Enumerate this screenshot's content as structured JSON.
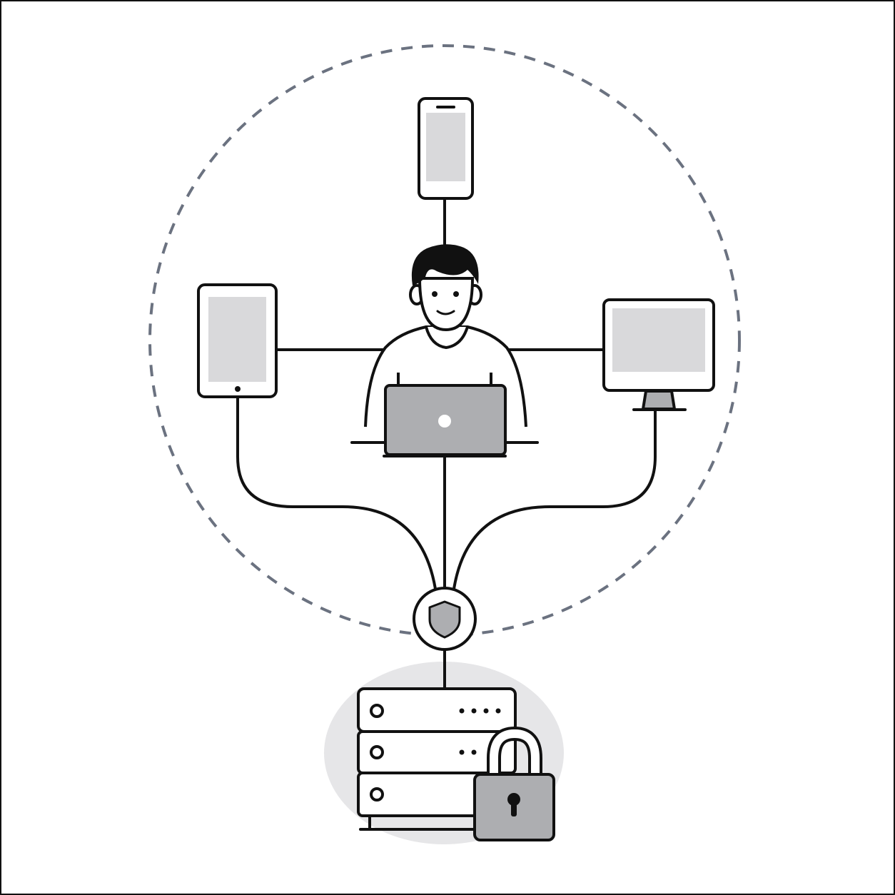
{
  "diagram": {
    "kind": "secure multi-device access illustration",
    "nodes": [
      {
        "id": "smartphone",
        "icon": "smartphone-icon"
      },
      {
        "id": "tablet",
        "icon": "tablet-icon"
      },
      {
        "id": "user",
        "icon": "user-with-laptop-icon"
      },
      {
        "id": "desktop",
        "icon": "desktop-monitor-icon"
      },
      {
        "id": "security-gateway",
        "icon": "shield-icon"
      },
      {
        "id": "server",
        "icon": "server-rack-icon"
      },
      {
        "id": "padlock",
        "icon": "padlock-icon"
      }
    ],
    "edges": [
      {
        "from": "smartphone",
        "to": "user"
      },
      {
        "from": "tablet",
        "to": "user"
      },
      {
        "from": "desktop",
        "to": "user"
      },
      {
        "from": "tablet",
        "to": "security-gateway"
      },
      {
        "from": "user",
        "to": "security-gateway"
      },
      {
        "from": "desktop",
        "to": "security-gateway"
      },
      {
        "from": "security-gateway",
        "to": "server"
      }
    ],
    "boundary": {
      "style": "dashed-circle",
      "encloses": [
        "smartphone",
        "tablet",
        "user",
        "desktop"
      ]
    }
  },
  "colors": {
    "outline": "#111111",
    "screen_fill": "#d9d9db",
    "laptop_fill": "#adaeb1",
    "lock_fill": "#adaeb1",
    "server_backdrop": "#e6e6e8",
    "dashed_boundary": "#6b7280",
    "background": "#ffffff"
  }
}
